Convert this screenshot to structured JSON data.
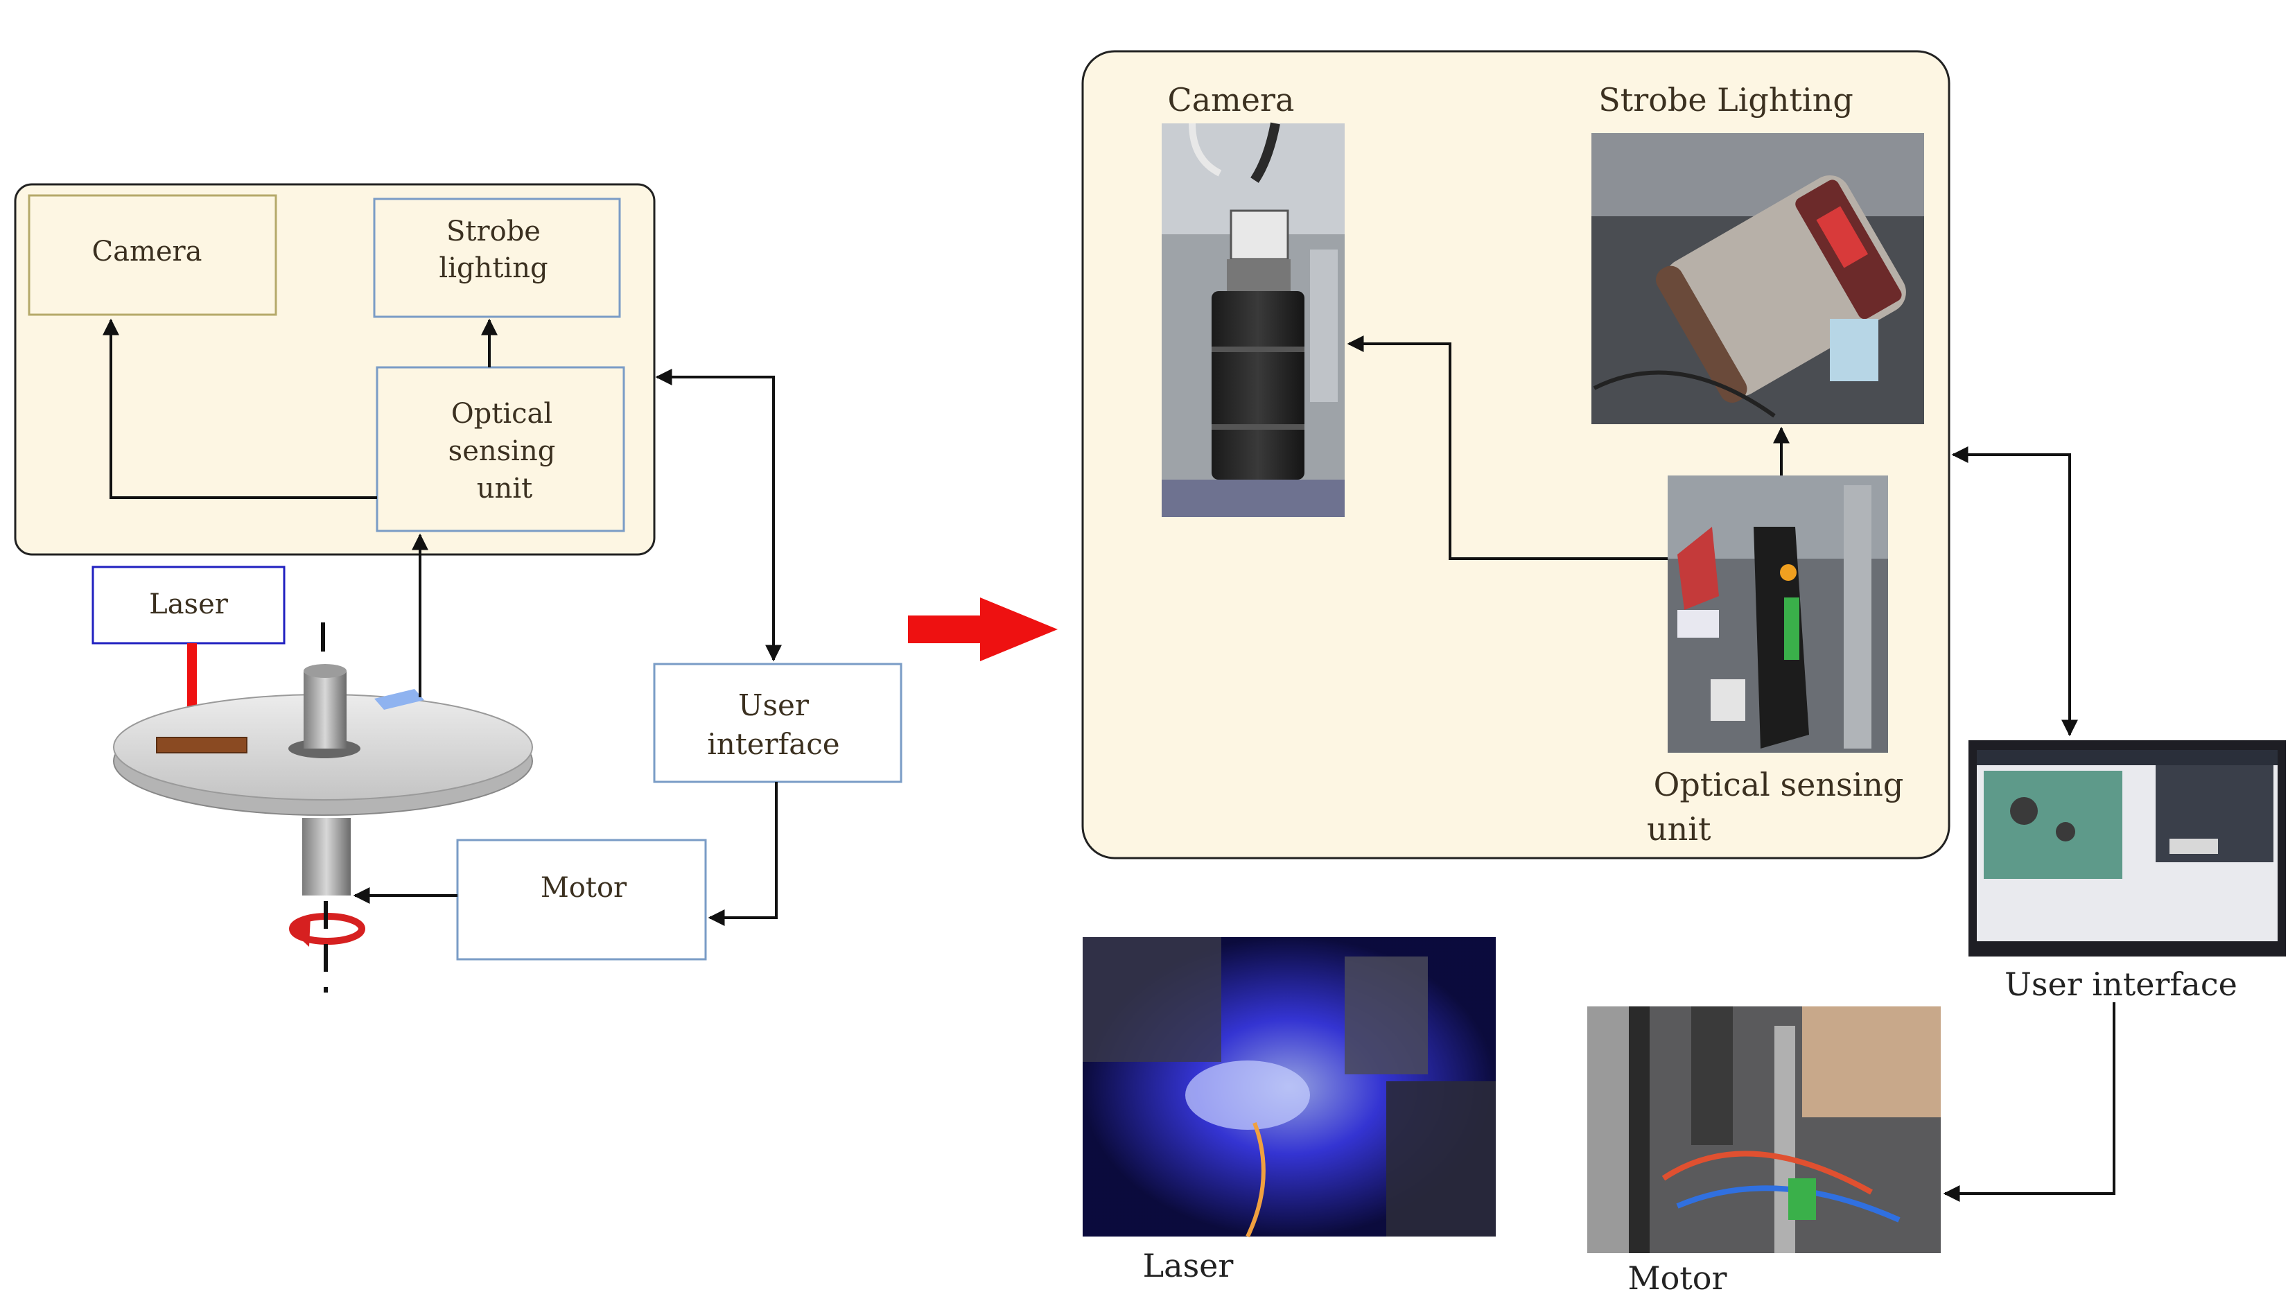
{
  "left_diagram": {
    "camera": "Camera",
    "strobe_line1": "Strobe",
    "strobe_line2": "lighting",
    "optical_line1": "Optical",
    "optical_line2": "sensing",
    "optical_line3": "unit",
    "laser": "Laser",
    "user_line1": "User",
    "user_line2": "interface",
    "motor": "Motor"
  },
  "right_diagram": {
    "camera": "Camera",
    "strobe": "Strobe Lighting",
    "optical_line1": "Optical sensing",
    "optical_line2": "unit",
    "user_interface": "User interface",
    "laser": "Laser",
    "motor": "Motor"
  },
  "colors": {
    "panel_fill": "#fdf6e3",
    "box_border_olive": "#b5a96a",
    "box_border_blue": "#7a9cc6",
    "laser_box_border": "#2020c0",
    "transition_arrow": "#ee1111",
    "laser_beam": "#ee1111"
  },
  "icons": {
    "transition": "right-arrow-icon",
    "rotation": "rotation-arrow-icon"
  }
}
